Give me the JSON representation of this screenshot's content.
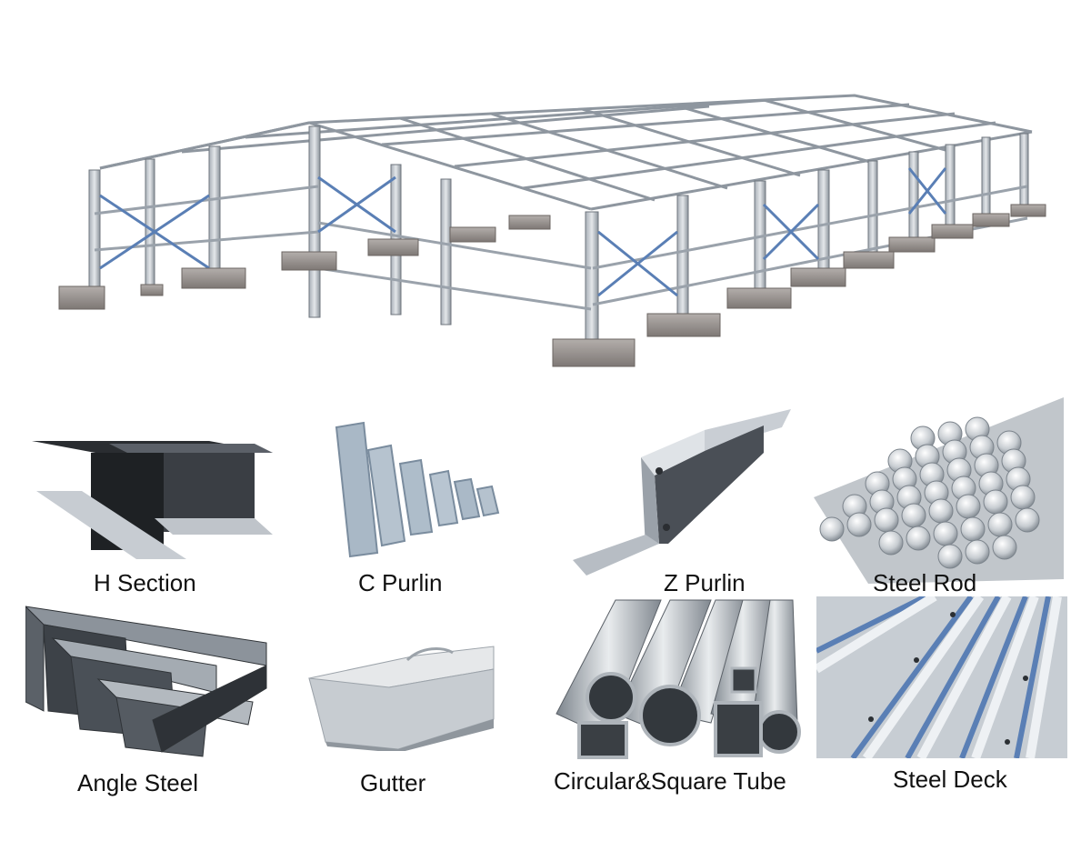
{
  "products": [
    {
      "id": "h-section",
      "label": "H Section"
    },
    {
      "id": "c-purlin",
      "label": "C Purlin"
    },
    {
      "id": "z-purlin",
      "label": "Z Purlin"
    },
    {
      "id": "steel-rod",
      "label": "Steel Rod"
    },
    {
      "id": "angle-steel",
      "label": "Angle Steel"
    },
    {
      "id": "gutter",
      "label": "Gutter"
    },
    {
      "id": "tube",
      "label": "Circular&Square Tube"
    },
    {
      "id": "steel-deck",
      "label": "Steel Deck"
    }
  ],
  "colors": {
    "steel_light": "#d7dbe0",
    "steel_mid": "#9aa2ab",
    "steel_dark": "#3d4147",
    "concrete": "#8f8a88",
    "brace_blue": "#5a7fb5"
  }
}
